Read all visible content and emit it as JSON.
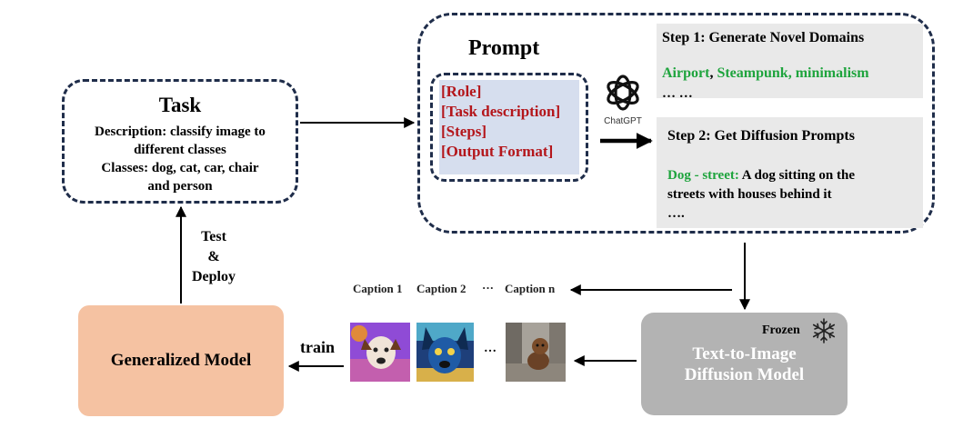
{
  "task": {
    "title": "Task",
    "description_lines": [
      "Description: classify image to",
      "different classes",
      "Classes: dog, cat, car, chair",
      "and person"
    ]
  },
  "prompt": {
    "title": "Prompt",
    "items": [
      "[Role]",
      "[Task description]",
      "[Steps]",
      "[Output Format]"
    ]
  },
  "chatgpt": {
    "label": "ChatGPT"
  },
  "step1": {
    "title": "Step 1: Generate Novel Domains",
    "domain_a": "Airport",
    "sep": ", ",
    "domain_b": "Steampunk, minimalism",
    "ellipsis": "… …"
  },
  "step2": {
    "title": "Step 2: Get Diffusion Prompts",
    "example_key": "Dog - street:",
    "example_text_1": " A dog sitting on the",
    "example_text_2": "streets with houses behind it",
    "ellipsis": "…."
  },
  "captions": {
    "c1": "Caption 1",
    "c2": "Caption 2",
    "dots": "···",
    "cn": "Caption n"
  },
  "deploy": {
    "line1": "Test",
    "line2": "&",
    "line3": "Deploy"
  },
  "train_label": "train",
  "images_ellipsis": "…",
  "generalized_model": "Generalized Model",
  "diffusion": {
    "frozen": "Frozen",
    "line1": "Text-to-Image",
    "line2": "Diffusion Model"
  },
  "colors": {
    "dash_border": "#1f2d4a",
    "prompt_red": "#b4161b",
    "domain_green": "#1ea43d",
    "gen_fill": "#f5c2a2",
    "diff_fill": "#b3b3b3"
  }
}
